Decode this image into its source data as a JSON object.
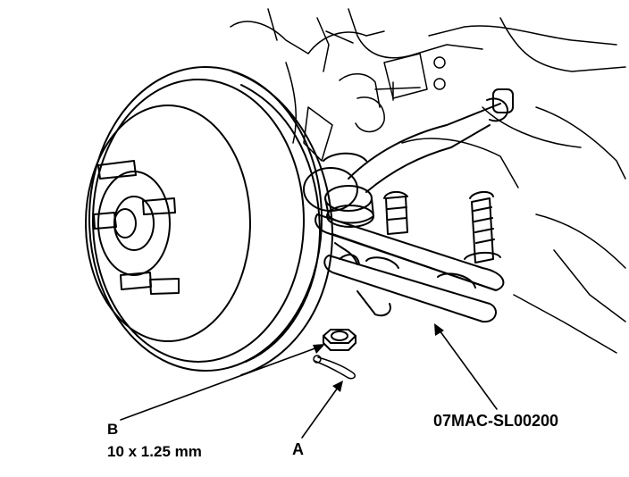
{
  "diagram": {
    "callouts": {
      "b_letter": "B",
      "b_spec": "10 x 1.25 mm",
      "a_letter": "A",
      "tool_number": "07MAC-SL00200"
    },
    "colors": {
      "line": "#000000",
      "background": "#ffffff"
    }
  }
}
